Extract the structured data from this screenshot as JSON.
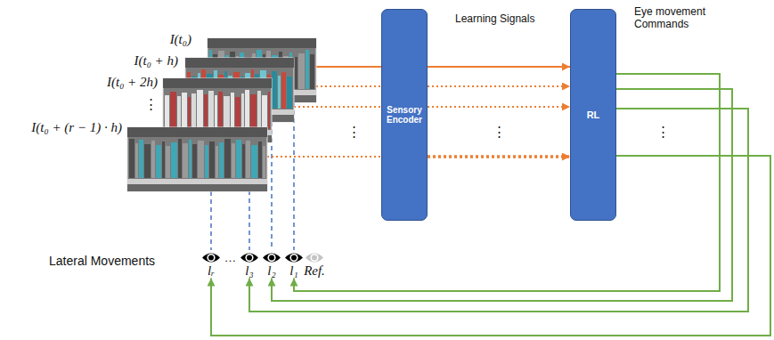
{
  "diagram": {
    "nodes": [
      {
        "text": [
          "Sensory Encoder"
        ]
      },
      {
        "text": [
          "RL"
        ]
      },
      {
        "text": [
          "lᵣ"
        ]
      },
      {
        "text": [
          "l₃"
        ]
      },
      {
        "text": [
          "l₂"
        ]
      },
      {
        "text": [
          "l₁"
        ]
      },
      {
        "text": [
          "Ref."
        ]
      }
    ],
    "edges": [
      {
        "from": 0,
        "to": 1,
        "arrow": "to"
      },
      {
        "from": 0,
        "to": 1,
        "arrow": "to"
      },
      {
        "from": 0,
        "to": 1,
        "arrow": "to"
      },
      {
        "from": 0,
        "to": 1,
        "arrow": "to"
      },
      {
        "from": 1,
        "to": 5,
        "arrow": "to"
      },
      {
        "from": 1,
        "to": 4,
        "arrow": "to"
      },
      {
        "from": 1,
        "to": 3,
        "arrow": "to"
      },
      {
        "from": 1,
        "to": 2,
        "arrow": "to"
      }
    ],
    "labels": [
      "Learning Signals",
      "Eye movement Commands",
      "I(t₀)",
      "I(t₀ + h)",
      "I(t₀ + 2h)",
      "⋮",
      "I(t₀ + (r − 1) · h)",
      "⋮",
      "⋮",
      "⋮",
      "Lateral Movements",
      "…"
    ]
  }
}
